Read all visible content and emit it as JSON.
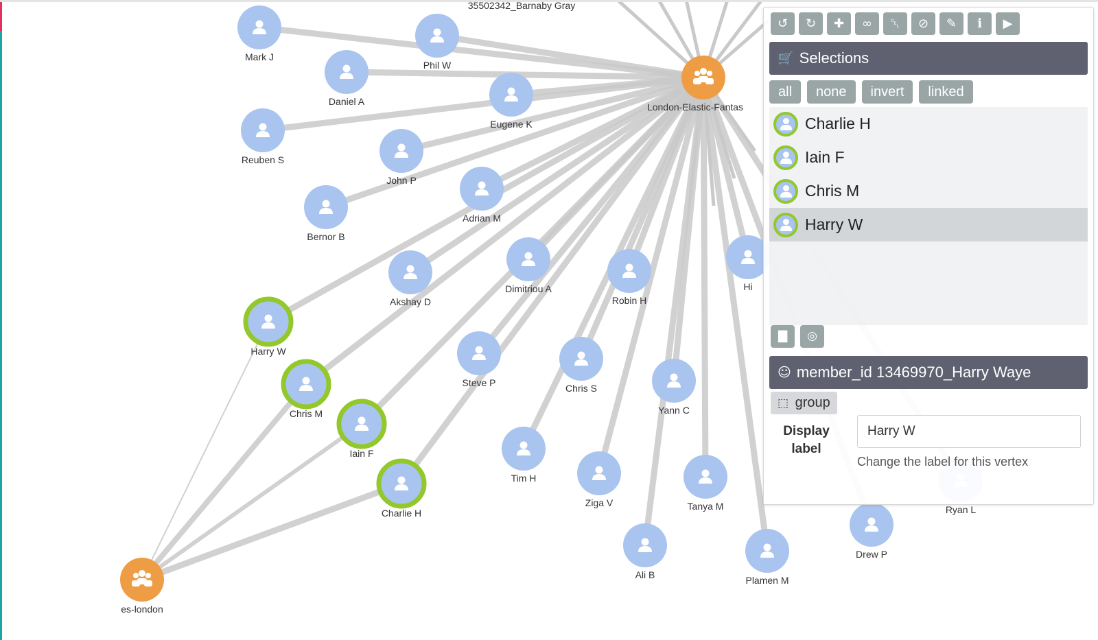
{
  "graph": {
    "nodes": [
      {
        "id": "barnaby",
        "label": "35502342_Barnaby Gray",
        "type": "none"
      },
      {
        "id": "lef",
        "label": "London-Elastic-Fantas",
        "type": "group"
      },
      {
        "id": "eslondon",
        "label": "es-london",
        "type": "group"
      },
      {
        "id": "markj",
        "label": "Mark J",
        "type": "person"
      },
      {
        "id": "philw",
        "label": "Phil W",
        "type": "person"
      },
      {
        "id": "daniela",
        "label": "Daniel A",
        "type": "person"
      },
      {
        "id": "eugenek",
        "label": "Eugene K",
        "type": "person"
      },
      {
        "id": "reubens",
        "label": "Reuben S",
        "type": "person"
      },
      {
        "id": "johnp",
        "label": "John P",
        "type": "person"
      },
      {
        "id": "adrianm",
        "label": "Adrian M",
        "type": "person"
      },
      {
        "id": "bernorb",
        "label": "Bernor B",
        "type": "person"
      },
      {
        "id": "akshayd",
        "label": "Akshay D",
        "type": "person"
      },
      {
        "id": "dimitrioua",
        "label": "Dimitriou A",
        "type": "person"
      },
      {
        "id": "robinh",
        "label": "Robin H",
        "type": "person"
      },
      {
        "id": "hi",
        "label": "Hi",
        "type": "person"
      },
      {
        "id": "harryw",
        "label": "Harry W",
        "type": "person",
        "selected": true
      },
      {
        "id": "chrism",
        "label": "Chris M",
        "type": "person",
        "selected": true
      },
      {
        "id": "iainf",
        "label": "Iain F",
        "type": "person",
        "selected": true
      },
      {
        "id": "charlieh",
        "label": "Charlie H",
        "type": "person",
        "selected": true
      },
      {
        "id": "stevep",
        "label": "Steve P",
        "type": "person"
      },
      {
        "id": "chriss",
        "label": "Chris S",
        "type": "person"
      },
      {
        "id": "yannc",
        "label": "Yann C",
        "type": "person"
      },
      {
        "id": "timh",
        "label": "Tim H",
        "type": "person"
      },
      {
        "id": "zigav",
        "label": "Ziga V",
        "type": "person"
      },
      {
        "id": "tanyam",
        "label": "Tanya M",
        "type": "person"
      },
      {
        "id": "alib",
        "label": "Ali B",
        "type": "person"
      },
      {
        "id": "plamenm",
        "label": "Plamen M",
        "type": "person"
      },
      {
        "id": "drewp",
        "label": "Drew P",
        "type": "person"
      },
      {
        "id": "ryanl",
        "label": "Ryan L",
        "type": "person"
      }
    ],
    "edges": [
      {
        "from": "markj",
        "to": "lef"
      },
      {
        "from": "philw",
        "to": "lef"
      },
      {
        "from": "daniela",
        "to": "lef"
      },
      {
        "from": "eugenek",
        "to": "lef"
      },
      {
        "from": "reubens",
        "to": "lef"
      },
      {
        "from": "johnp",
        "to": "lef"
      },
      {
        "from": "adrianm",
        "to": "lef"
      },
      {
        "from": "bernorb",
        "to": "lef"
      },
      {
        "from": "akshayd",
        "to": "lef"
      },
      {
        "from": "dimitrioua",
        "to": "lef"
      },
      {
        "from": "robinh",
        "to": "lef"
      },
      {
        "from": "hi",
        "to": "lef"
      },
      {
        "from": "harryw",
        "to": "lef"
      },
      {
        "from": "chrism",
        "to": "lef"
      },
      {
        "from": "iainf",
        "to": "lef"
      },
      {
        "from": "charlieh",
        "to": "lef"
      },
      {
        "from": "stevep",
        "to": "lef"
      },
      {
        "from": "chriss",
        "to": "lef"
      },
      {
        "from": "yannc",
        "to": "lef"
      },
      {
        "from": "timh",
        "to": "lef"
      },
      {
        "from": "zigav",
        "to": "lef"
      },
      {
        "from": "tanyam",
        "to": "lef"
      },
      {
        "from": "alib",
        "to": "lef"
      },
      {
        "from": "plamenm",
        "to": "lef"
      },
      {
        "from": "drewp",
        "to": "lef"
      },
      {
        "from": "ryanl",
        "to": "lef"
      },
      {
        "from": "harryw",
        "to": "eslondon"
      },
      {
        "from": "chrism",
        "to": "eslondon"
      },
      {
        "from": "iainf",
        "to": "eslondon"
      },
      {
        "from": "charlieh",
        "to": "eslondon"
      }
    ]
  },
  "panel": {
    "toolbar_icons": [
      "undo-icon",
      "redo-icon",
      "plus-icon",
      "link-icon",
      "trash-icon",
      "ban-icon",
      "brush-icon",
      "info-icon",
      "play-icon"
    ],
    "selections_title": "Selections",
    "selection_buttons": [
      "all",
      "none",
      "invert",
      "linked"
    ],
    "selected_items": [
      {
        "label": "Charlie H"
      },
      {
        "label": "Iain F"
      },
      {
        "label": "Chris M"
      },
      {
        "label": "Harry W",
        "active": true
      }
    ],
    "small_tool_icons": [
      "bar-chart-icon",
      "globe-icon"
    ],
    "member_header": "member_id 13469970_Harry Waye",
    "group_tag": "group",
    "display_label": {
      "label": "Display label",
      "value": "Harry W",
      "help": "Change the label for this vertex"
    }
  },
  "colors": {
    "person_node": "#a9c4ee",
    "group_node": "#ee9d45",
    "selection_ring": "#93c82b",
    "edge": "#c9c9c9",
    "header_bg": "#5f6170",
    "button_bg": "#9aa6a6"
  }
}
